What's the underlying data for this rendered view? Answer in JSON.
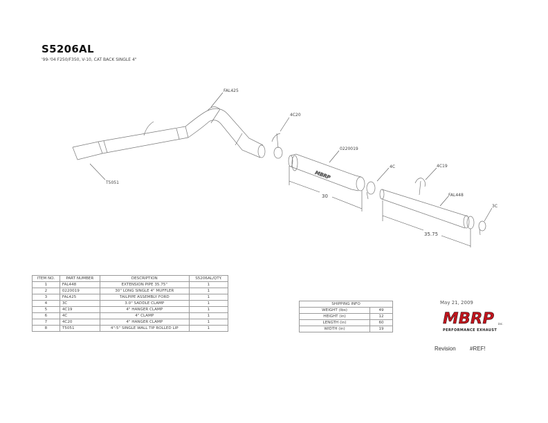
{
  "header": {
    "part_number": "S5206AL",
    "description": "'99-'04 F250/F350, V-10, CAT BACK SINGLE 4\""
  },
  "callouts": {
    "tailpipe": "FAL425",
    "tip": "T5051",
    "hanger_clamp_a": "4C20",
    "muffler": "0220019",
    "clamp": "4C",
    "hanger_clamp_b": "4C19",
    "extension": "FAL448",
    "saddle_clamp": "3C",
    "muffler_logo": "MBRP"
  },
  "dimensions": {
    "muffler_length": "30",
    "extension_length": "35.75"
  },
  "bom": {
    "headers": [
      "ITEM NO.",
      "PART NUMBER",
      "DESCRIPTION",
      "S5206AL/QTY."
    ],
    "rows": [
      [
        "1",
        "FAL448",
        "EXTENSION PIPE 35.75\"",
        "1"
      ],
      [
        "2",
        "0220019",
        "30\" LONG SINGLE 4\" MUFFLER",
        "1"
      ],
      [
        "3",
        "FAL425",
        "TAILPIPE ASSEMBLY FORD",
        "1"
      ],
      [
        "4",
        "3C",
        "3.0\" SADDLE CLAMP",
        "1"
      ],
      [
        "5",
        "4C19",
        "4\" HANGER CLAMP",
        "1"
      ],
      [
        "6",
        "4C",
        "4\"  CLAMP",
        "1"
      ],
      [
        "7",
        "4C20",
        "4\" HANGER CLAMP",
        "1"
      ],
      [
        "8",
        "T5051",
        "4\"-5\" SINGLE WALL TIP ROLLED LIP",
        "1"
      ]
    ]
  },
  "shipping": {
    "title": "SHIPPING INFO",
    "rows": [
      [
        "WEIGHT (lbs)",
        "49"
      ],
      [
        "HEIGHT (in)",
        "12"
      ],
      [
        "LENGTH (in)",
        "60"
      ],
      [
        "WIDTH (in)",
        "19"
      ]
    ]
  },
  "footer": {
    "date": "May 21, 2009",
    "logo_text": "MBRP",
    "logo_inc": "inc.",
    "tagline": "PERFORMANCE EXHAUST",
    "revision_label": "Revision",
    "revision_value": "#REF!"
  },
  "colors": {
    "logo_red": "#c0141c"
  }
}
